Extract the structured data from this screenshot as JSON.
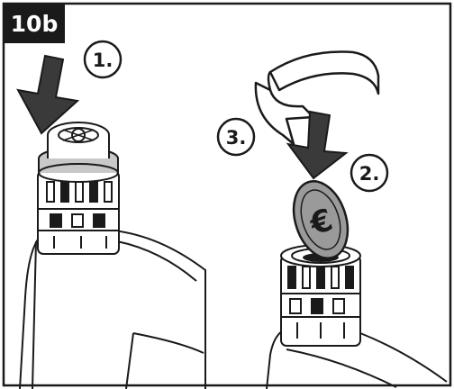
{
  "figure": {
    "tag": "10b",
    "steps": [
      {
        "label": "1."
      },
      {
        "label": "2."
      },
      {
        "label": "3."
      }
    ],
    "coin_symbol": "€"
  },
  "colors": {
    "ink": "#1a1a1a",
    "arrow_fill": "#3a3a3a",
    "coin_fill": "#9a9a9a",
    "ring_grey": "#c8c8c8",
    "background": "#ffffff"
  },
  "icons": [
    "press-down-arrow-icon",
    "rotate-arrow-icon",
    "insert-down-arrow-icon",
    "euro-coin-icon"
  ]
}
